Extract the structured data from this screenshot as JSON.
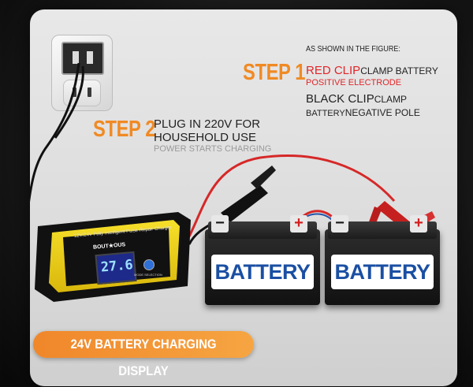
{
  "step1": {
    "label": "STEP 1",
    "as_shown": "AS SHOWN IN THE FIGURE:",
    "red_clip": "RED CLIP",
    "red_clip_rest": "CLAMP BATTERY",
    "positive": "POSITIVE ELECTRODE",
    "black_clip": "BLACK CLIP",
    "black_clip_rest": "CLAMP",
    "battery_word": "BATTERY",
    "negative": "NEGATIVE POLE"
  },
  "step2": {
    "label": "STEP 2",
    "line1": "PLUG IN 220V FOR",
    "line2": "HOUSEHOLD USE",
    "line3": "POWER STARTS CHARGING"
  },
  "batteries": [
    {
      "label": "BATTERY",
      "minus": "−",
      "plus": "+"
    },
    {
      "label": "BATTERY",
      "minus": "−",
      "plus": "+"
    }
  ],
  "charger": {
    "model_line": "12V/24V Fully Intelligent Pulse Repair Charger",
    "brand": "BOUT★OUS",
    "display_value": "27.6",
    "button_left": "MODE SELECTION"
  },
  "banner": {
    "text": "24V BATTERY CHARGING DISPLAY"
  },
  "colors": {
    "accent_orange": "#f08a24",
    "clip_red": "#e0262a",
    "battery_blue": "#1a4fa3",
    "charger_yellow": "#f2d21a"
  }
}
